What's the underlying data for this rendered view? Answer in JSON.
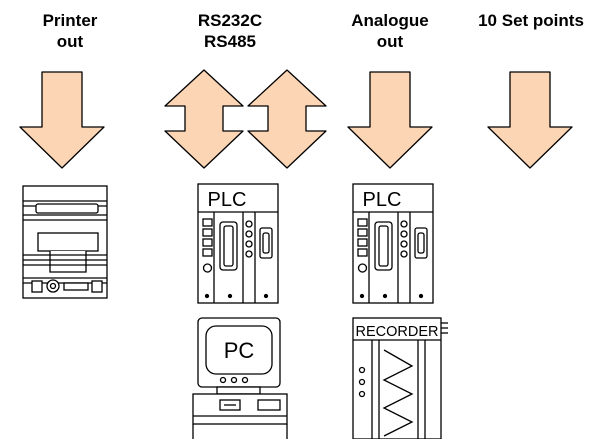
{
  "columns": {
    "printer": {
      "line1": "Printer",
      "line2": "out"
    },
    "serial": {
      "line1": "RS232C",
      "line2": "RS485"
    },
    "analogue": {
      "line1": "Analogue",
      "line2": "out"
    },
    "setpoints": {
      "line1": "10 Set points"
    }
  },
  "devices": {
    "plc_serial": {
      "label": "PLC"
    },
    "plc_analogue": {
      "label": "PLC"
    },
    "pc": {
      "label": "PC"
    },
    "recorder": {
      "label": "RECORDER"
    }
  },
  "colors": {
    "arrow_fill": "#FCD5B4",
    "stroke": "#000000"
  }
}
